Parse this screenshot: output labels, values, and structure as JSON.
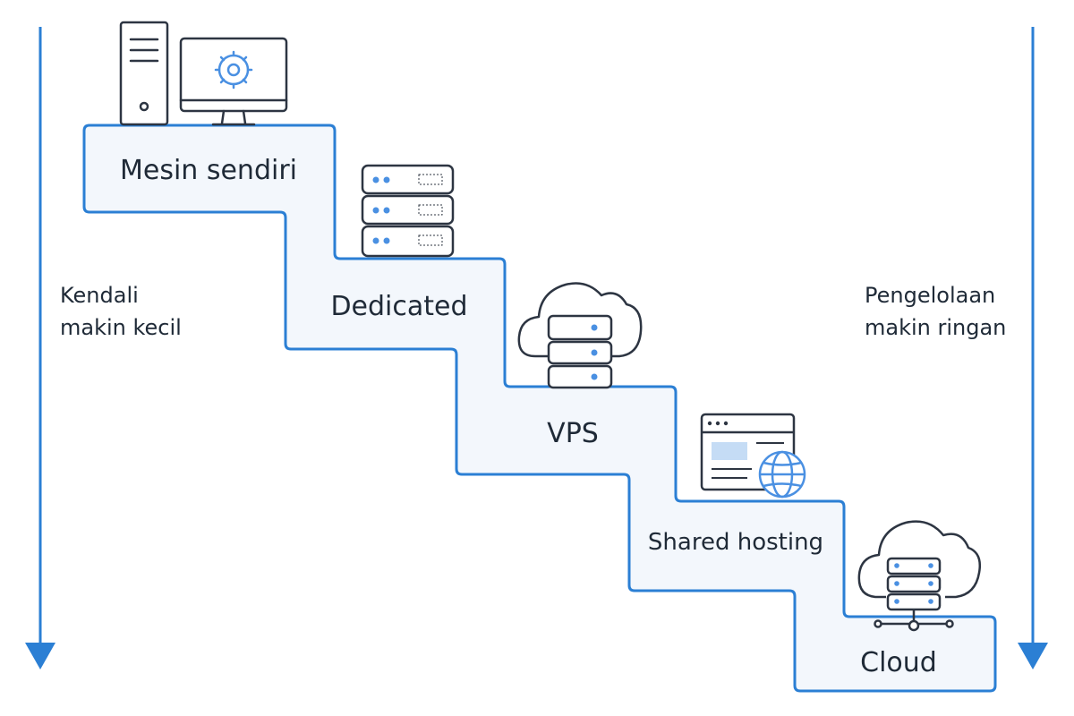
{
  "left_note": {
    "line1": "Kendali",
    "line2": "makin kecil"
  },
  "right_note": {
    "line1": "Pengelolaan",
    "line2": "makin ringan"
  },
  "steps": [
    {
      "label": "Mesin sendiri",
      "icon": "desktop-computer-icon"
    },
    {
      "label": "Dedicated",
      "icon": "server-rack-icon"
    },
    {
      "label": "VPS",
      "icon": "cloud-server-icon"
    },
    {
      "label": "Shared hosting",
      "icon": "browser-globe-icon"
    },
    {
      "label": "Cloud",
      "icon": "cloud-network-icon"
    }
  ],
  "colors": {
    "accent": "#2b7fd4",
    "step_fill": "#f3f7fc",
    "icon_stroke": "#2d3542",
    "icon_accent": "#4a90e2",
    "text": "#1f2a37"
  }
}
